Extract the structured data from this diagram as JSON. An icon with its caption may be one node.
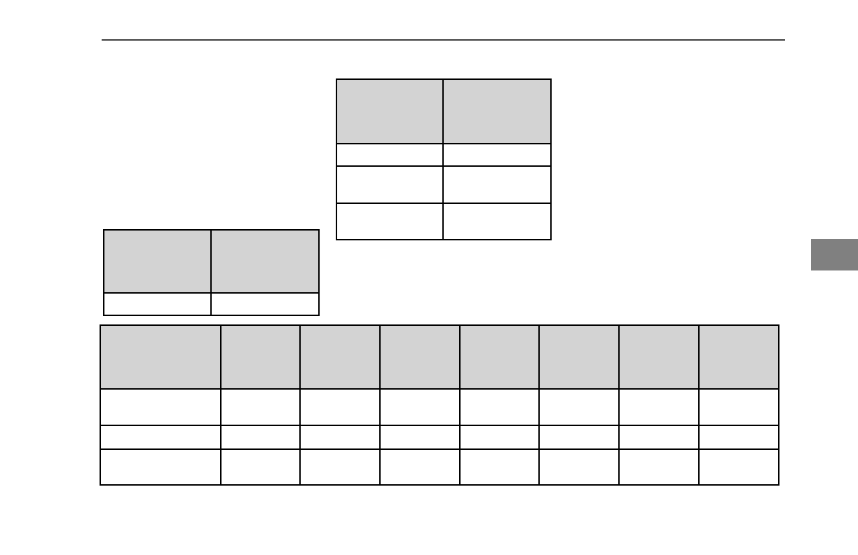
{
  "diagram": {
    "nodes": [
      {
        "text": [],
        "shape": "table"
      },
      {
        "text": [],
        "shape": "table"
      },
      {
        "text": [],
        "shape": "table"
      }
    ]
  }
}
